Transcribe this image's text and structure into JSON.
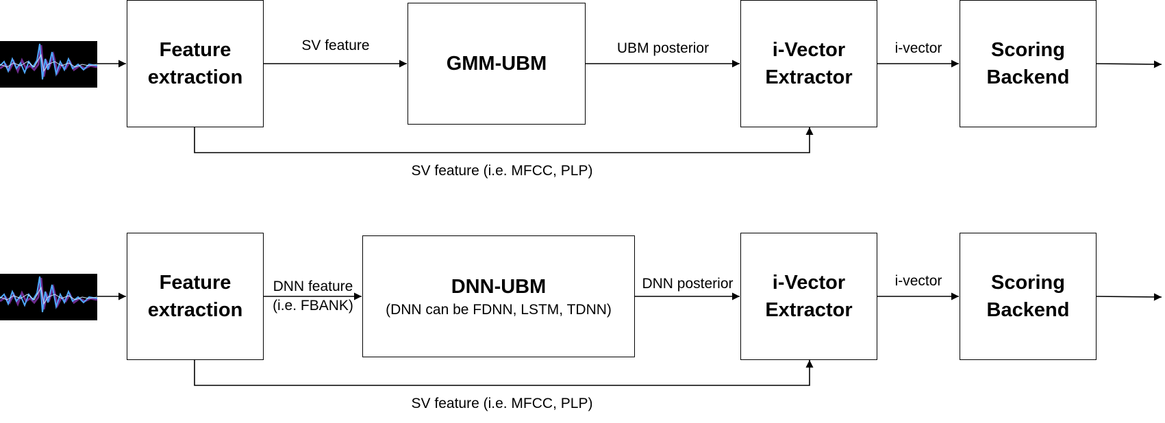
{
  "pipelines": [
    {
      "id": "gmm",
      "boxes": {
        "feature": "Feature\nextraction",
        "ubm": "GMM-UBM",
        "ubm_sub": "",
        "ivec": "i-Vector\nExtractor",
        "score": "Scoring\nBackend"
      },
      "edge_labels": {
        "feature_to_ubm": "SV feature",
        "feature_to_ubm_sub": "",
        "ubm_to_ivec": "UBM posterior",
        "ivec_to_score": "i-vector",
        "feedback": "SV feature (i.e. MFCC, PLP)"
      },
      "icons": {
        "input": "audio-waveform-icon"
      }
    },
    {
      "id": "dnn",
      "boxes": {
        "feature": "Feature\nextraction",
        "ubm": "DNN-UBM",
        "ubm_sub": "(DNN can be FDNN, LSTM, TDNN)",
        "ivec": "i-Vector\nExtractor",
        "score": "Scoring\nBackend"
      },
      "edge_labels": {
        "feature_to_ubm": "DNN feature",
        "feature_to_ubm_sub": "(i.e. FBANK)",
        "ubm_to_ivec": "DNN posterior",
        "ivec_to_score": "i-vector",
        "feedback": "SV feature (i.e. MFCC, PLP)"
      },
      "icons": {
        "input": "audio-waveform-icon"
      }
    }
  ],
  "colors": {
    "line": "#000000",
    "wave": "#4fa8ff",
    "wave_accent": "#9b3cc9"
  }
}
